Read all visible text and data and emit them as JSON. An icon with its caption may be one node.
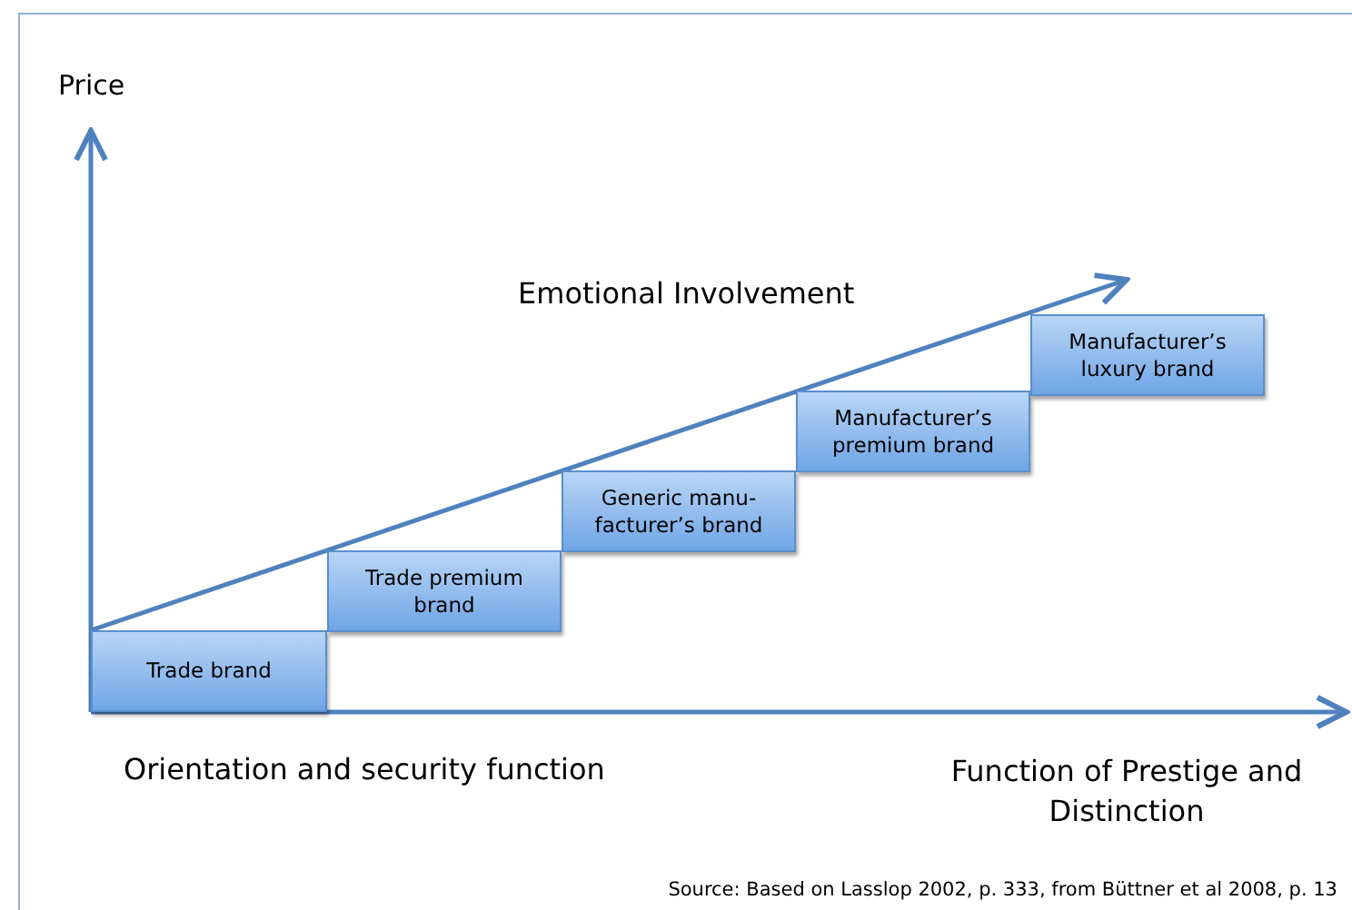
{
  "diagram": {
    "nodes": [
      {
        "text": [
          "Trade brand"
        ]
      },
      {
        "text": [
          "Trade premium brand"
        ]
      },
      {
        "text": [
          "Generic manu- facturer’s brand"
        ]
      },
      {
        "text": [
          "Manufacturer’s premium brand"
        ]
      },
      {
        "text": [
          "Manufacturer’s luxury brand"
        ]
      }
    ],
    "edges": [],
    "labels": [
      "Price",
      "Emotional Involvement",
      "Orientation and security function",
      "Function of Prestige and Distinction",
      "Source: Based on Lasslop 2002, p. 333, from Büttner et al 2008, p. 13"
    ]
  }
}
